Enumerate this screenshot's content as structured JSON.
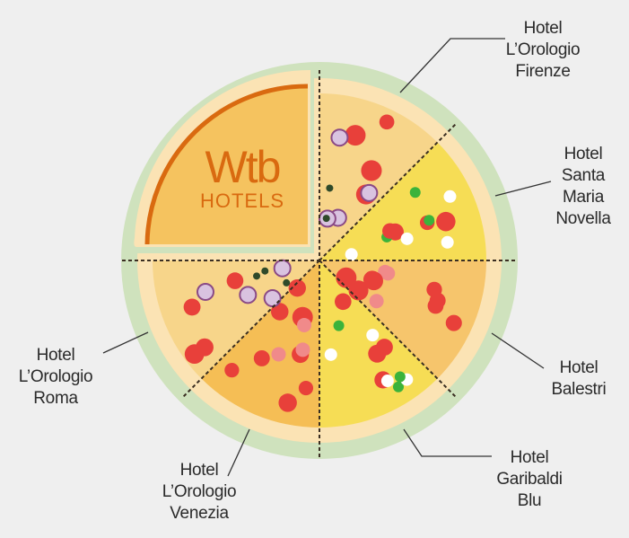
{
  "logo": {
    "brand": "Wtb",
    "subtitle": "HOTELS"
  },
  "slices": [
    {
      "id": "firenze",
      "lines": [
        "Hotel",
        "L’Orologio",
        "Firenze"
      ],
      "color": "#f7d58a"
    },
    {
      "id": "santa-maria",
      "lines": [
        "Hotel",
        "Santa",
        "Maria",
        "Novella"
      ],
      "color": "#f6dd55"
    },
    {
      "id": "balestri",
      "lines": [
        "Hotel",
        "Balestri"
      ],
      "color": "#f6c56c"
    },
    {
      "id": "garibaldi",
      "lines": [
        "Hotel",
        "Garibaldi",
        "Blu"
      ],
      "color": "#f6dd55"
    },
    {
      "id": "venezia",
      "lines": [
        "Hotel",
        "L’Orologio",
        "Venezia"
      ],
      "color": "#f5be55"
    },
    {
      "id": "roma",
      "lines": [
        "Hotel",
        "L’Orologio",
        "Roma"
      ],
      "color": "#f7d58a"
    }
  ],
  "colors": {
    "rim": "#cfe2bd",
    "crust": "#fbe3b4",
    "logo_fill": "#f5c35f",
    "logo_arc": "#d96a10"
  }
}
